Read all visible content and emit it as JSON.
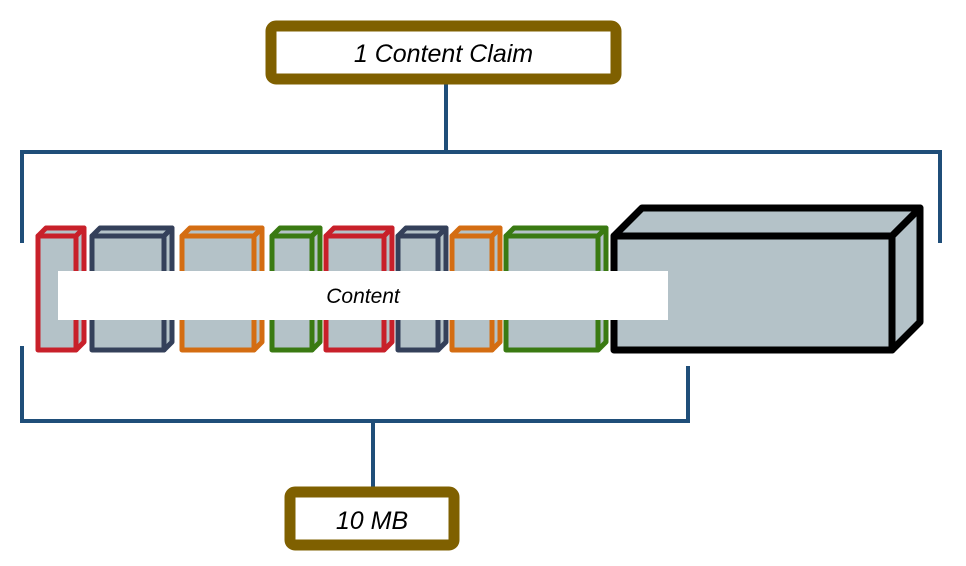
{
  "claim_box": {
    "label": "1 Content Claim"
  },
  "content_band": {
    "label": "Content"
  },
  "size_box": {
    "label": "10 MB"
  },
  "colors": {
    "bracket": "#1f4e79",
    "label_border": "#7f6000",
    "block_fill": "#b4c2c8",
    "block_red": "#c8202a",
    "block_navy": "#34405a",
    "block_orange": "#d46d12",
    "block_green": "#3a7a12",
    "block_black": "#000000"
  },
  "blocks": [
    {
      "name": "content-block-red-1",
      "color": "red"
    },
    {
      "name": "content-block-navy-1",
      "color": "navy"
    },
    {
      "name": "content-block-orange-1",
      "color": "orange"
    },
    {
      "name": "content-block-green-1",
      "color": "green"
    },
    {
      "name": "content-block-red-2",
      "color": "red"
    },
    {
      "name": "content-block-navy-2",
      "color": "navy"
    },
    {
      "name": "content-block-orange-2",
      "color": "orange"
    },
    {
      "name": "content-block-green-2",
      "color": "green"
    },
    {
      "name": "remaining-space-block",
      "color": "black"
    }
  ]
}
